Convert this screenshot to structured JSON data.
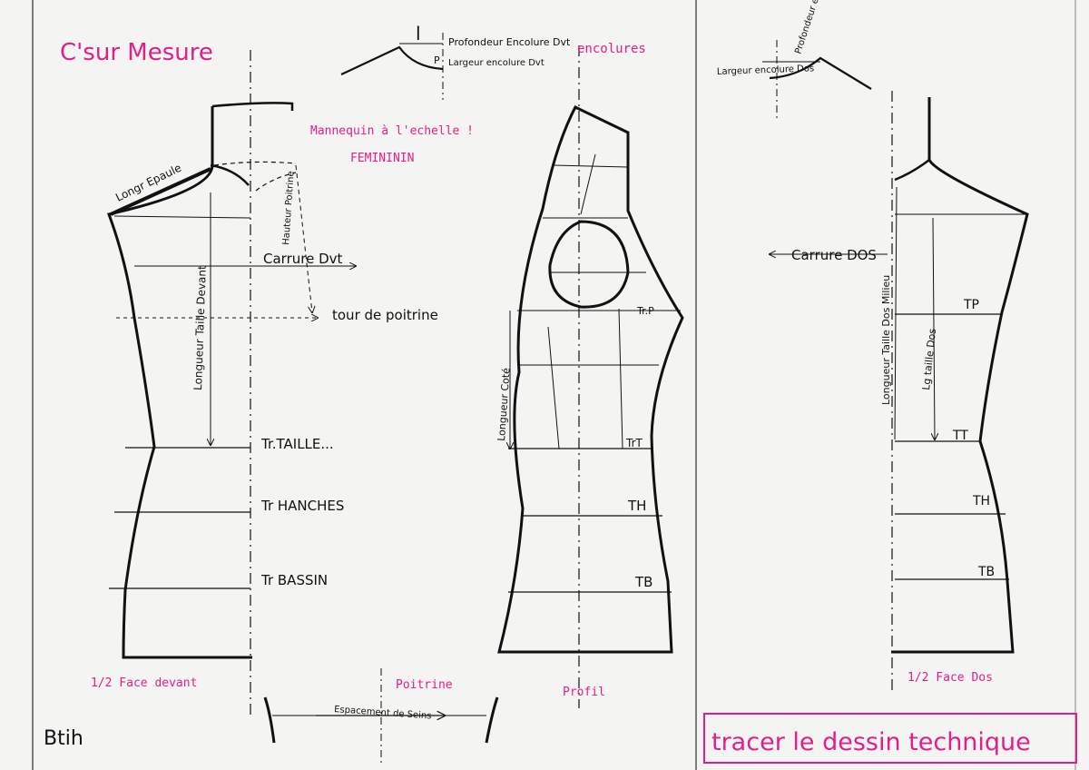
{
  "brand": "C'sur Mesure",
  "title_scale": "Mannequin à l'echelle !",
  "title_gender": "FEMINININ",
  "neck_detail": {
    "depth_front": "Profondeur Encolure Dvt",
    "width_front": "Largeur encolure Dvt",
    "letter_l": "l",
    "letter_p": "P",
    "caption": "encolures",
    "depth_back": "Profondeur encolure Dos",
    "width_back": "Largeur encolure Dos"
  },
  "front": {
    "shoulder_length": "Longr Epaule",
    "bust_height": "Hauteur Poitrine",
    "front_length": "Longueur Taille Devant",
    "cross_front": "Carrure Dvt",
    "bust_line": "tour de poitrine",
    "waist_line": "Tr.TAILLE...",
    "hip_line": "Tr HANCHES",
    "pelvis_line": "Tr BASSIN",
    "caption": "1/2 Face devant"
  },
  "bust": {
    "spacing": "Espacement de Seins",
    "caption": "Poitrine"
  },
  "profile": {
    "side_length": "Longueur Coté",
    "bust_mark": "Tr.P",
    "waist_mark": "TrT",
    "hip_mark": "TH",
    "pelvis_mark": "TB",
    "caption": "Profil"
  },
  "back": {
    "cross_back": "Carrure DOS",
    "center_length": "Longueur Taille Dos Milieu",
    "back_length": "Lg taille Dos",
    "bust_mark": "TP",
    "waist_mark": "TT",
    "hip_mark": "TH",
    "pelvis_mark": "TB",
    "caption": "1/2 Face Dos"
  },
  "signature": "Btih",
  "footer_banner": "tracer le dessin technique",
  "colors": {
    "accent": "#e0208a",
    "ink": "#111111",
    "paper": "#f4f4f2"
  }
}
